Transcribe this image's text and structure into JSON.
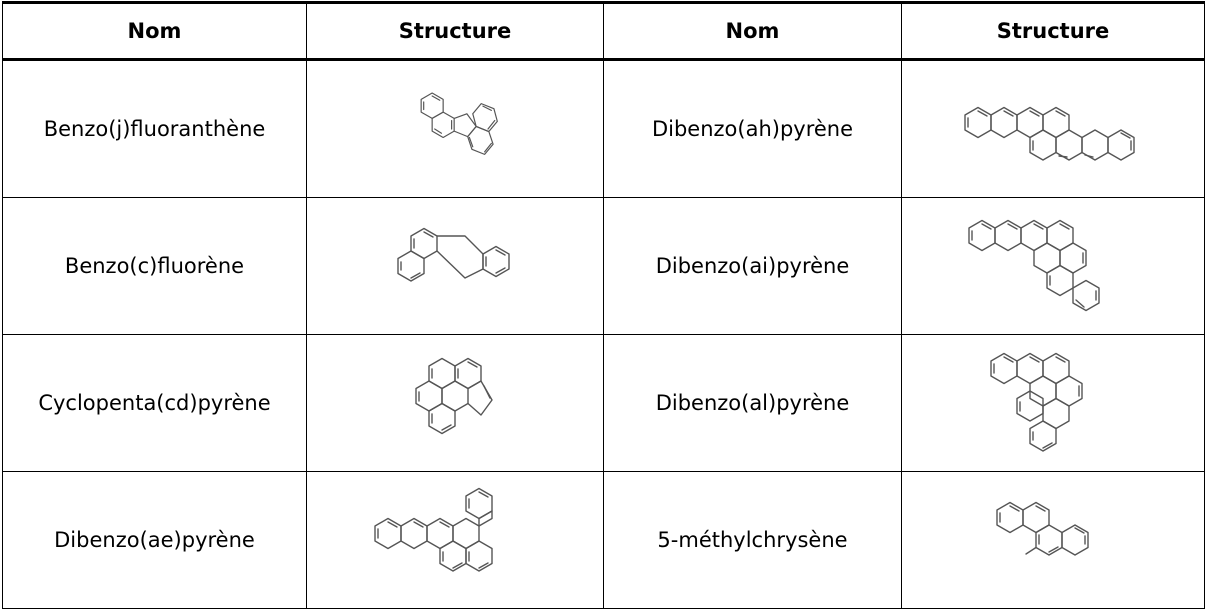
{
  "table": {
    "headers": [
      "Nom",
      "Structure",
      "Nom",
      "Structure"
    ],
    "rows": [
      {
        "left": {
          "name": "Benzo(j)fluoranthène",
          "structure_icon": "benzo-j-fluoranthene-structure-icon"
        },
        "right": {
          "name": "Dibenzo(ah)pyrène",
          "structure_icon": "dibenzo-ah-pyrene-structure-icon"
        }
      },
      {
        "left": {
          "name": "Benzo(c)fluorène",
          "structure_icon": "benzo-c-fluorene-structure-icon"
        },
        "right": {
          "name": "Dibenzo(ai)pyrène",
          "structure_icon": "dibenzo-ai-pyrene-structure-icon"
        }
      },
      {
        "left": {
          "name": "Cyclopenta(cd)pyrène",
          "structure_icon": "cyclopenta-cd-pyrene-structure-icon"
        },
        "right": {
          "name": "Dibenzo(al)pyrène",
          "structure_icon": "dibenzo-al-pyrene-structure-icon"
        }
      },
      {
        "left": {
          "name": "Dibenzo(ae)pyrène",
          "structure_icon": "dibenzo-ae-pyrene-structure-icon"
        },
        "right": {
          "name": "5-méthylchrysène",
          "structure_icon": "5-methylchrysene-structure-icon"
        }
      }
    ]
  },
  "colors": {
    "border": "#000000",
    "structure_stroke": "#555555",
    "background": "#ffffff"
  }
}
